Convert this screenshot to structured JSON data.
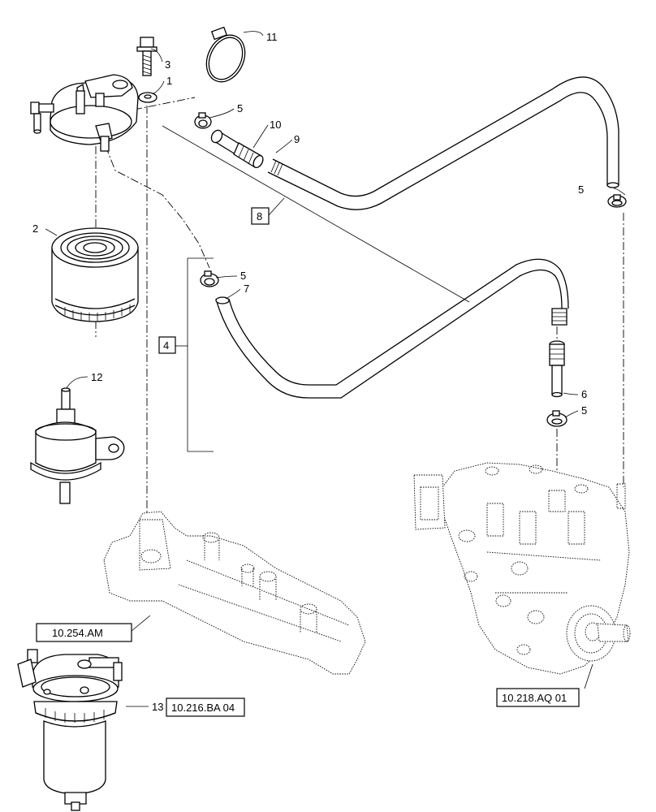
{
  "callouts": {
    "c1": "1",
    "c2": "2",
    "c3": "3",
    "c4": "4",
    "c5a": "5",
    "c5b": "5",
    "c5c": "5",
    "c5d": "5",
    "c6": "6",
    "c7": "7",
    "c8": "8",
    "c9": "9",
    "c10": "10",
    "c11": "11",
    "c12": "12",
    "c13": "13"
  },
  "references": {
    "manifold": "10.254.AM",
    "filter_assembly": "10.216.BA 04",
    "injection_pump": "10.218.AQ 01"
  }
}
